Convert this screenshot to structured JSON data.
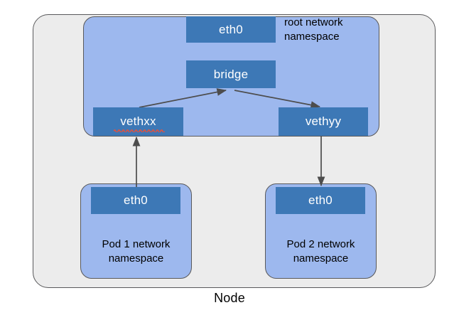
{
  "diagram": {
    "title_label": "Node",
    "outer_container": {
      "name": "node",
      "label": "Node",
      "fill_color": "#ececec",
      "border_color": "#59595b"
    },
    "root_namespace": {
      "label_line1": "root network",
      "label_line2": "namespace",
      "fill_color": "#9db8ee",
      "border_color": "#59595b",
      "interfaces": [
        {
          "id": "root-eth0",
          "label": "eth0"
        },
        {
          "id": "bridge",
          "label": "bridge"
        },
        {
          "id": "vethxx",
          "label": "vethxx",
          "spellcheck_underline": true
        },
        {
          "id": "vethyy",
          "label": "vethyy",
          "spellcheck_underline": false
        }
      ]
    },
    "pods": [
      {
        "id": "pod1",
        "interface_label": "eth0",
        "label_line1": "Pod 1 network",
        "label_line2": "namespace",
        "fill_color": "#9db8ee",
        "border_color": "#59595b"
      },
      {
        "id": "pod2",
        "interface_label": "eth0",
        "label_line1": "Pod 2 network",
        "label_line2": "namespace",
        "fill_color": "#9db8ee",
        "border_color": "#59595b"
      }
    ],
    "connections": [
      {
        "id": "vethxx-to-bridge",
        "from": "vethxx",
        "to": "bridge"
      },
      {
        "id": "bridge-to-vethyy",
        "from": "bridge",
        "to": "vethyy"
      },
      {
        "id": "pod1-eth0-to-vethxx",
        "from": "pod1-eth0",
        "to": "vethxx"
      },
      {
        "id": "vethyy-to-pod2-eth0",
        "from": "vethyy",
        "to": "pod2-eth0"
      }
    ],
    "colors": {
      "interface_box": "#3d78b6",
      "namespace_fill": "#9db8ee",
      "node_fill": "#ececec",
      "border": "#59595b",
      "arrow": "#4d4d4d",
      "spellcheck": "#e8503a",
      "text_light": "#ffffff",
      "text_dark": "#000000"
    }
  }
}
